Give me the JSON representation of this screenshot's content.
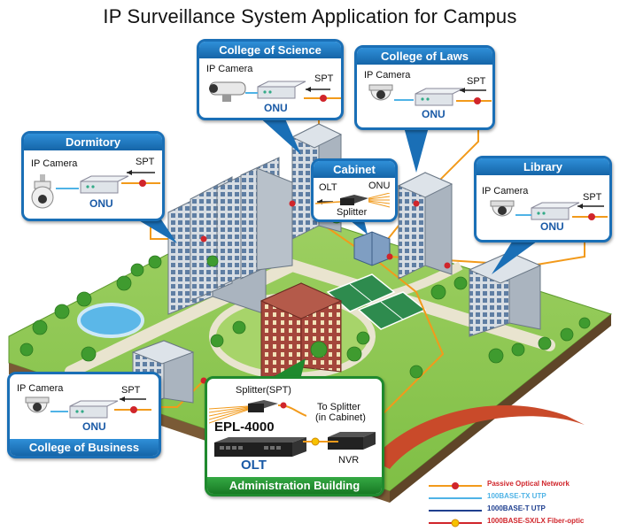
{
  "title": "IP Surveillance System Application for Campus",
  "colors": {
    "pon": "#f29a1b",
    "utp100": "#4fb3e6",
    "utp1000": "#1f3f8f",
    "fiber1000": "#d0252b",
    "callout_blue": "#1a6fb6",
    "callout_green": "#1f8a2e",
    "grass": "#8cc152"
  },
  "icons": [
    "ip-camera-icon",
    "onu-icon",
    "spt-connector-icon",
    "olt-switch-icon",
    "nvr-icon",
    "splitter-icon"
  ],
  "callouts": {
    "science": {
      "header": "College of Science",
      "camera": "IP Camera",
      "spt": "SPT",
      "onu": "ONU"
    },
    "laws": {
      "header": "College of Laws",
      "camera": "IP Camera",
      "spt": "SPT",
      "onu": "ONU"
    },
    "dormitory": {
      "header": "Dormitory",
      "camera": "IP Camera",
      "spt": "SPT",
      "onu": "ONU"
    },
    "cabinet": {
      "header": "Cabinet",
      "olt": "OLT",
      "onu": "ONU",
      "splitter": "Splitter"
    },
    "library": {
      "header": "Library",
      "camera": "IP Camera",
      "spt": "SPT",
      "onu": "ONU"
    },
    "business": {
      "footer": "College of Business",
      "camera": "IP Camera",
      "spt": "SPT",
      "onu": "ONU"
    },
    "admin": {
      "footer": "Administration Building",
      "splitter": "Splitter(SPT)",
      "to_splitter_1": "To Splitter",
      "to_splitter_2": "(in Cabinet)",
      "model": "EPL-4000",
      "olt": "OLT",
      "nvr": "NVR"
    }
  },
  "legend": [
    {
      "label": "Passive Optical Network",
      "color": "#d0252b",
      "line": "#f29a1b"
    },
    {
      "label": "100BASE-TX UTP",
      "color": "#4fb3e6",
      "line": "#4fb3e6"
    },
    {
      "label": "1000BASE-T UTP",
      "color": "#1f3f8f",
      "line": "#1f3f8f"
    },
    {
      "label": "1000BASE-SX/LX Fiber-optic",
      "color": "#d0252b",
      "line": "#d0252b"
    }
  ]
}
